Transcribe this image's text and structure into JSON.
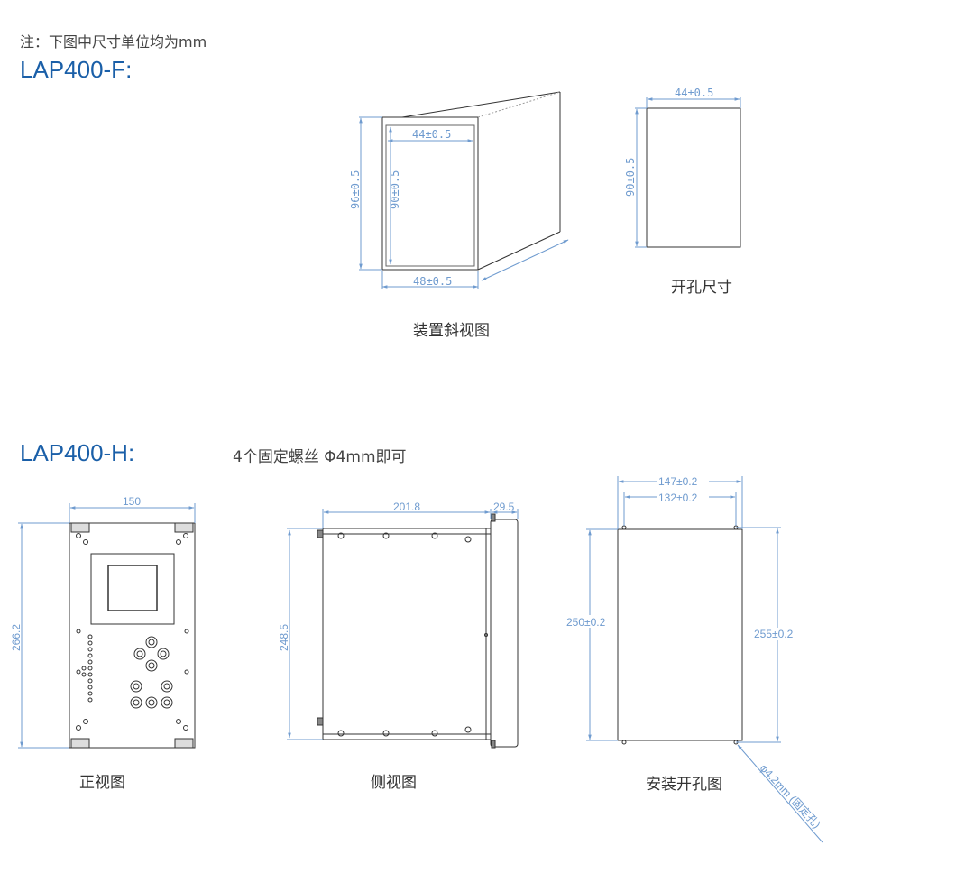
{
  "note": "注：下图中尺寸单位均为mm",
  "models": {
    "f": "LAP400-F:",
    "h": "LAP400-H:"
  },
  "screw_note": "4个固定螺丝 Φ4mm即可",
  "captions": {
    "oblique": "装置斜视图",
    "cutout_f": "开孔尺寸",
    "front": "正视图",
    "side": "侧视图",
    "cutout_h": "安装开孔图"
  },
  "dims_f": {
    "inner_width": "44±0.5",
    "outer_height": "96±0.5",
    "inner_height": "90±0.5",
    "outer_width": "48±0.5",
    "cut_width": "44±0.5",
    "cut_height": "90±0.5"
  },
  "dims_h": {
    "front_width": "150",
    "front_height": "266.2",
    "side_depth": "201.8",
    "side_panel": "29.5",
    "side_height": "248.5",
    "cut_outer_width": "147±0.2",
    "cut_inner_width": "132±0.2",
    "cut_height_left": "250±0.2",
    "cut_height_right": "255±0.2",
    "hole_note": "φ4.2mm (固定孔)"
  },
  "colors": {
    "dimension": "#6f9bcf",
    "outline": "#333333",
    "model_title": "#1a5fa8"
  }
}
